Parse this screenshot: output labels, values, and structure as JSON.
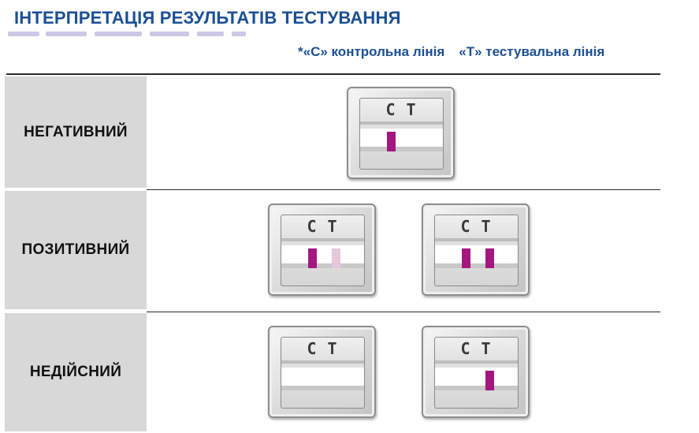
{
  "title": "ІНТЕРПРЕТАЦІЯ РЕЗУЛЬТАТІВ ТЕСТУВАННЯ",
  "legend": {
    "c_text": "*«С» контрольна лінія",
    "t_text": "«Т» тестувальна лінія"
  },
  "cassette_letters": {
    "c": "C",
    "t": "T"
  },
  "colors": {
    "title": "#1b4f93",
    "line_strong": "#a3177f",
    "line_faint": "#e6c8dc",
    "label_bg": "#d8d8d8"
  },
  "rows": [
    {
      "label": "НЕГАТИВНИЙ",
      "cassettes": [
        {
          "c_line": "strong",
          "t_line": "none"
        }
      ]
    },
    {
      "label": "ПОЗИТИВНИЙ",
      "cassettes": [
        {
          "c_line": "strong",
          "t_line": "faint"
        },
        {
          "c_line": "strong",
          "t_line": "strong"
        }
      ]
    },
    {
      "label": "НЕДІЙСНИЙ",
      "cassettes": [
        {
          "c_line": "none",
          "t_line": "none"
        },
        {
          "c_line": "none",
          "t_line": "strong"
        }
      ]
    }
  ]
}
